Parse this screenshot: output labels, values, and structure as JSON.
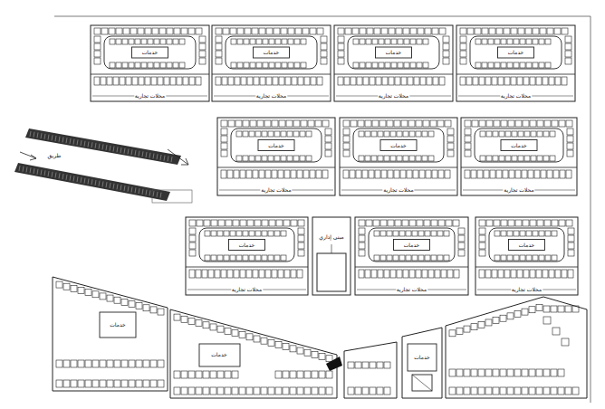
{
  "diagram": {
    "labels": [
      "خدمات",
      "محلات تجارية",
      "خدمات",
      "محلات تجارية",
      "خدمات",
      "محلات تجارية",
      "خدمات",
      "محلات تجارية",
      "خدمات",
      "محلات تجارية",
      "خدمات",
      "محلات تجارية",
      "خدمات",
      "محلات تجارية",
      "خدمات",
      "محلات تجارية",
      "خدمات",
      "محلات تجارية",
      "خدمات",
      "محلات تجارية",
      "مبنى إداري",
      "خدمات",
      "خدمات",
      "خدمات",
      "طريق"
    ]
  }
}
